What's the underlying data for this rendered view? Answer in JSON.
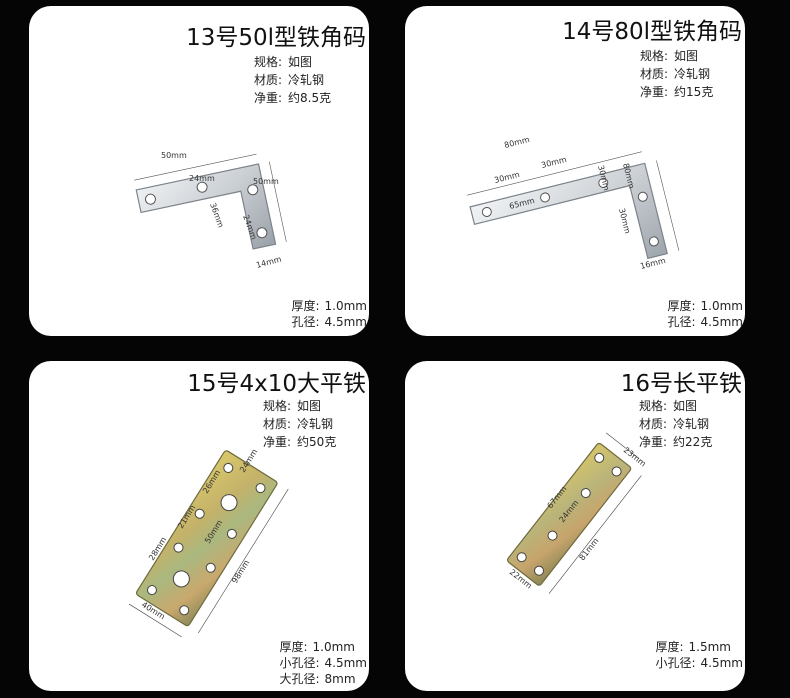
{
  "cards": [
    {
      "title": "13号50l型铁角码",
      "specs": [
        {
          "key": "规格:",
          "value": "如图"
        },
        {
          "key": "材质:",
          "value": "冷轧钢"
        },
        {
          "key": "净重:",
          "value": "约8.5克"
        }
      ],
      "foot": [
        {
          "key": "厚度:",
          "value": "1.0mm"
        },
        {
          "key": "孔径:",
          "value": "4.5mm"
        }
      ],
      "dims": [
        "50mm",
        "24mm",
        "50mm",
        "24mm",
        "36mm",
        "14mm"
      ]
    },
    {
      "title": "14号80l型铁角码",
      "specs": [
        {
          "key": "规格:",
          "value": "如图"
        },
        {
          "key": "材质:",
          "value": "冷轧钢"
        },
        {
          "key": "净重:",
          "value": "约15克"
        }
      ],
      "foot": [
        {
          "key": "厚度:",
          "value": "1.0mm"
        },
        {
          "key": "孔径:",
          "value": "4.5mm"
        }
      ],
      "dims": [
        "80mm",
        "30mm",
        "30mm",
        "65mm",
        "80mm",
        "30mm",
        "30mm",
        "16mm"
      ]
    },
    {
      "title": "15号4x10大平铁",
      "specs": [
        {
          "key": "规格:",
          "value": "如图"
        },
        {
          "key": "材质:",
          "value": "冷轧钢"
        },
        {
          "key": "净重:",
          "value": "约50克"
        }
      ],
      "foot": [
        {
          "key": "厚度:",
          "value": "1.0mm"
        },
        {
          "key": "小孔径:",
          "value": "4.5mm"
        },
        {
          "key": "大孔径:",
          "value": "8mm"
        }
      ],
      "dims": [
        "24mm",
        "26mm",
        "21mm",
        "28mm",
        "50mm",
        "98mm",
        "40mm"
      ]
    },
    {
      "title": "16号长平铁",
      "specs": [
        {
          "key": "规格:",
          "value": "如图"
        },
        {
          "key": "材质:",
          "value": "冷轧钢"
        },
        {
          "key": "净重:",
          "value": "约22克"
        }
      ],
      "foot": [
        {
          "key": "厚度:",
          "value": "1.5mm"
        },
        {
          "key": "小孔径:",
          "value": "4.5mm"
        }
      ],
      "dims": [
        "23mm",
        "67mm",
        "24mm",
        "81mm",
        "22mm"
      ]
    }
  ]
}
